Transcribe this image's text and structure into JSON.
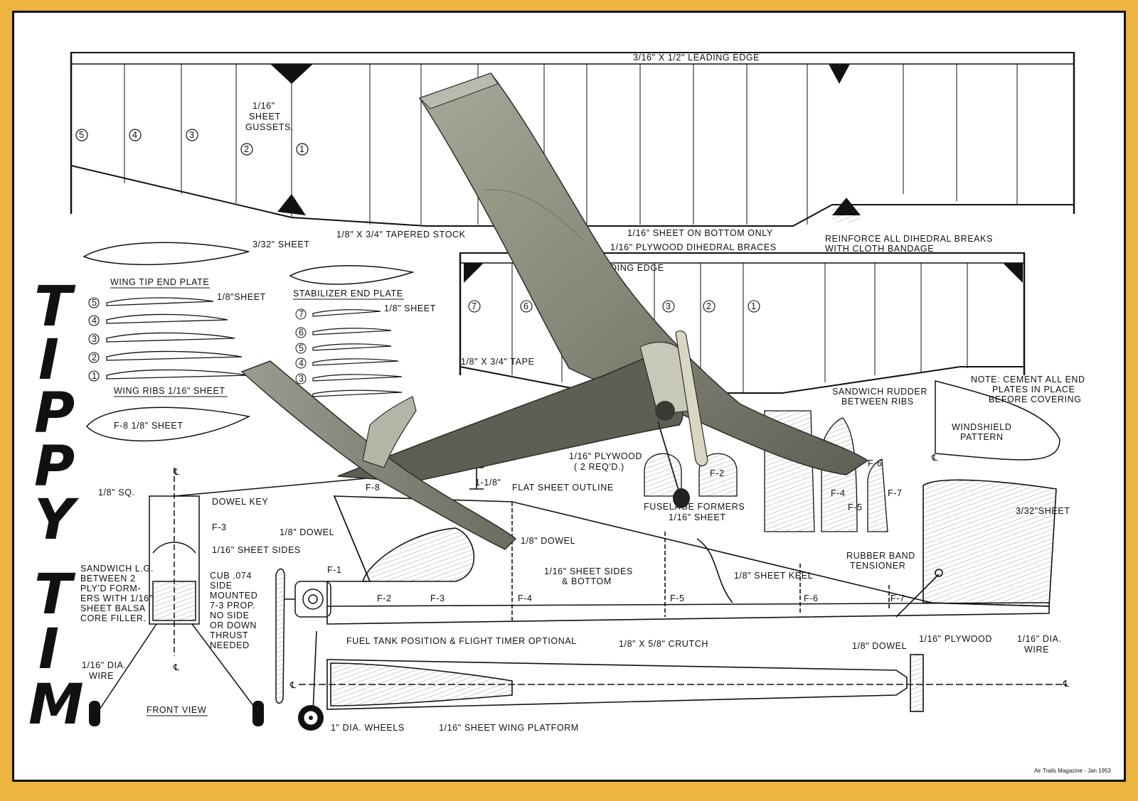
{
  "title": [
    "T",
    "I",
    "P",
    "P",
    "Y",
    "T",
    "I",
    "M"
  ],
  "credit": "Air Trails Magazine - Jan 1953",
  "rib_numbers": [
    "5",
    "4",
    "3",
    "2",
    "1"
  ],
  "stab_rib_numbers": [
    "7",
    "6",
    "5",
    "4",
    "3"
  ],
  "stab_top_numbers": [
    "7",
    "6",
    "3",
    "2",
    "1"
  ],
  "labels": {
    "leading_edge": "3/16\" X 1/2\" LEADING EDGE",
    "gusset_size": "1/16\"",
    "gusset_sheet": "SHEET",
    "gusset_word": "GUSSETS.",
    "tapered_stock": "1/8\" X 3/4\" TAPERED STOCK",
    "sheet_bottom": "1/16\" SHEET ON BOTTOM ONLY",
    "dihedral_braces": "1/16\" PLYWOOD DIHEDRAL BRACES",
    "reinforce_1": "REINFORCE ALL DIHEDRAL BREAKS",
    "reinforce_2": "WITH CLOTH BANDAGE",
    "sheet_3_32": "3/32\" SHEET",
    "wing_tip_plate": "WING TIP END PLATE",
    "stab_end_plate": "STABILIZER END PLATE",
    "sheet_1_8_a": "1/8\"SHEET",
    "sheet_1_8_b": "1/8\" SHEET",
    "wing_ribs": "WING RIBS 1/16\" SHEET",
    "stab_leading_edge": "DING EDGE",
    "stab_tapered": "1/8\" X 3/4\" TAPE",
    "sandwich_rudder_1": "SANDWICH RUDDER",
    "sandwich_rudder_2": "BETWEEN RIBS",
    "note_1": "NOTE: CEMENT ALL END",
    "note_2": "PLATES IN PLACE",
    "note_3": "BEFORE COVERING",
    "windshield_1": "WINDSHIELD",
    "windshield_2": "PATTERN",
    "f8_sheet": "F-8   1/8\" SHEET",
    "plywood_1": "1/16\" PLYWOOD",
    "plywood_2": "( 2 REQ'D.)",
    "f2": "F-2",
    "formers_1": "FUSELAGE FORMERS",
    "formers_2": "1/16\" SHEET",
    "f4": "F-4",
    "f5": "F-5",
    "f6": "F-6",
    "f7": "F-7",
    "sheet_3_32_b": "3/32\"SHEET",
    "dim_1_1_8": "1-1/8\"",
    "flat_sheet": "FLAT SHEET OUTLINE",
    "f8_small": "F-8",
    "sq_1_8": "1/8\" SQ.",
    "dowel_key": "DOWEL KEY",
    "f3": "F-3",
    "sheet_sides": "1/16\" SHEET SIDES",
    "dowel_1_8": "1/8\" DOWEL",
    "dowel_1_8_b": "1/8\" DOWEL",
    "sides_bottom_1": "1/16\" SHEET SIDES",
    "sides_bottom_2": "& BOTTOM",
    "sheet_keel": "1/8\" SHEET KEEL",
    "rubber_band_1": "RUBBER BAND",
    "rubber_band_2": "TENSIONER",
    "sandwich_lg": [
      "SANDWICH L.G.",
      "BETWEEN 2",
      "PLY'D FORM-",
      "ERS WITH 1/16\"",
      "SHEET BALSA",
      "CORE FILLER."
    ],
    "engine": [
      "CUB .074",
      "SIDE",
      "MOUNTED",
      "7-3 PROP.",
      "NO SIDE",
      "OR DOWN",
      "THRUST",
      "NEEDED"
    ],
    "f1": "F-1",
    "fuse_f2": "F-2",
    "fuse_f3": "F-3",
    "fuse_f4": "F-4",
    "fuse_f5": "F-5",
    "fuse_f6": "F-6",
    "fuse_f7": "F-7",
    "fuel_tank": "FUEL TANK POSITION & FLIGHT TIMER OPTIONAL",
    "crutch": "1/8\" X 5/8\" CRUTCH",
    "dowel_1_8_c": "1/8\" DOWEL",
    "plywood_tail": "1/16\" PLYWOOD",
    "dia_wire_r_1": "1/16\" DIA.",
    "dia_wire_r_2": "WIRE",
    "dia_wire_l_1": "1/16\" DIA.",
    "dia_wire_l_2": "WIRE",
    "front_view": "FRONT VIEW",
    "wheels": "1\" DIA. WHEELS",
    "wing_platform": "1/16\" SHEET WING PLATFORM",
    "cl": "℄"
  }
}
